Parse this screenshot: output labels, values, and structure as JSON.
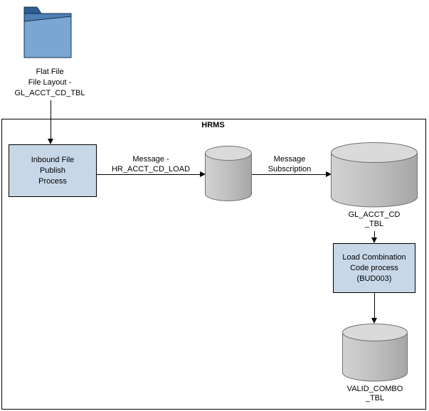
{
  "source_file": {
    "lines": [
      "Flat File",
      "File Layout -",
      "GL_ACCT_CD_TBL"
    ]
  },
  "hrms": {
    "title": "HRMS"
  },
  "inbound_process": {
    "lines": [
      "Inbound File",
      "Publish",
      "Process"
    ]
  },
  "message_label": {
    "lines": [
      "Message -",
      "HR_ACCT_CD_LOAD"
    ]
  },
  "subscription_label": {
    "lines": [
      "Message",
      "Subscription"
    ]
  },
  "gl_table": {
    "lines": [
      "GL_ACCT_CD",
      "_TBL"
    ]
  },
  "load_process": {
    "lines": [
      "Load Combination",
      "Code process",
      "(BUD003)"
    ]
  },
  "valid_table": {
    "lines": [
      "VALID_COMBO",
      "_TBL"
    ]
  },
  "colors": {
    "process_box_fill": "#c8d7e8",
    "process_box_border": "#000000",
    "cylinder_top": "#dadada",
    "cylinder_body_light": "#d2d2d2",
    "cylinder_body_dark": "#a6a6a6",
    "cylinder_stroke": "#707070",
    "folder_front": "#7aa6d2",
    "folder_back": "#4d80b4",
    "folder_tab": "#2e5e93",
    "arrow": "#000000"
  }
}
